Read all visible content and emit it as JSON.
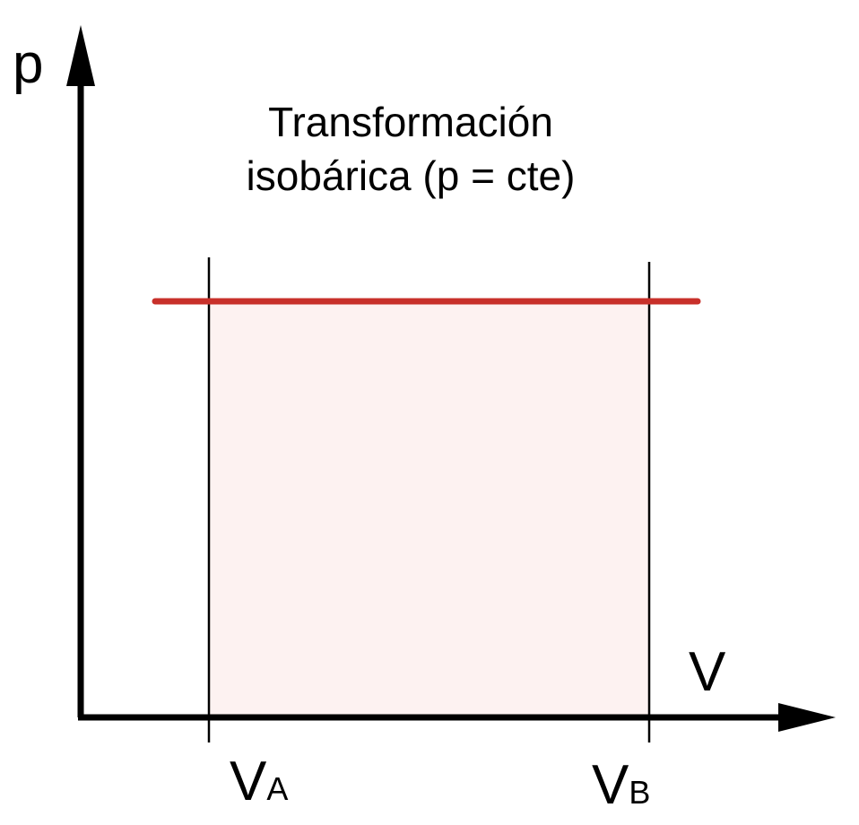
{
  "title": {
    "line1": "Transformación",
    "line2": "isobárica (p = cte)"
  },
  "axes": {
    "y_label": "p",
    "x_label": "V"
  },
  "markers": {
    "va": {
      "main": "V",
      "sub": "A"
    },
    "vb": {
      "main": "V",
      "sub": "B"
    }
  },
  "colors": {
    "isobar_line": "#c8302a",
    "work_area_fill": "#fdf2f1",
    "axes": "#000000"
  }
}
